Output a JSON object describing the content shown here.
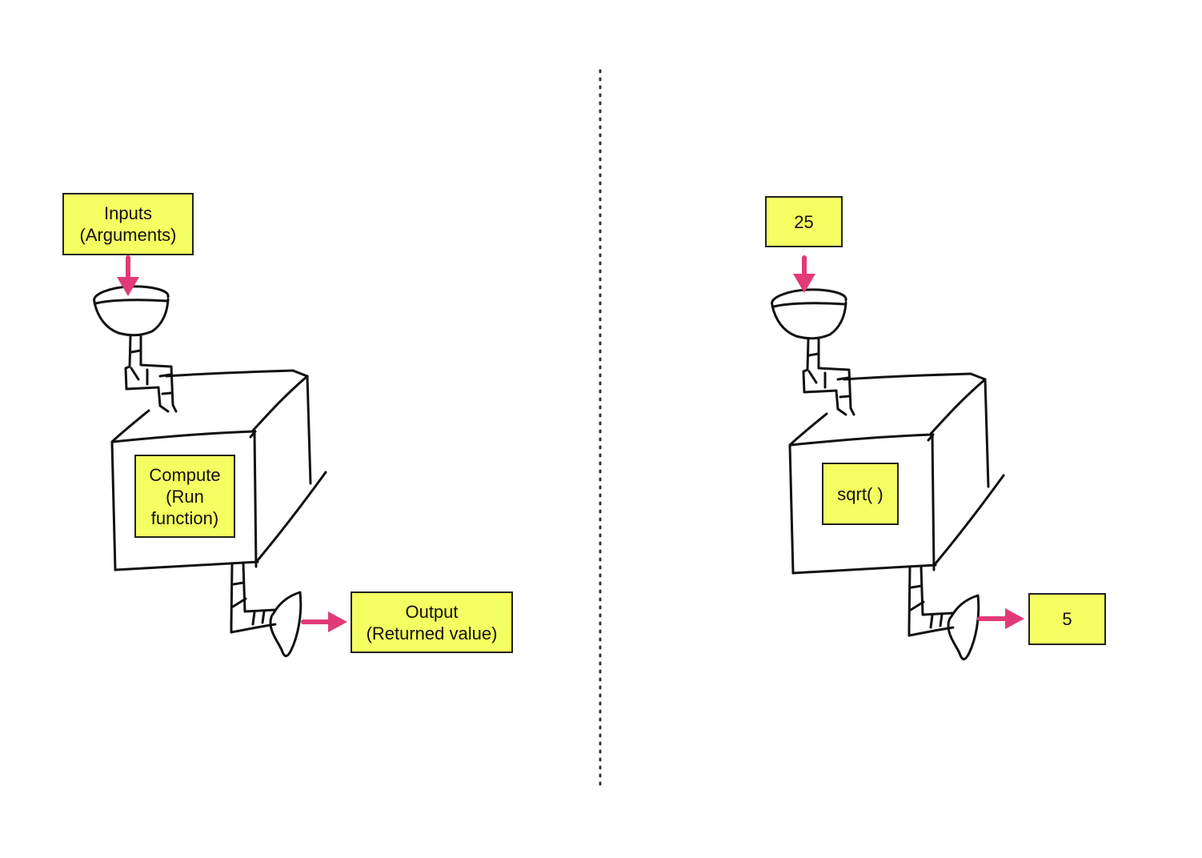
{
  "colors": {
    "label_fill": "#f4ff61",
    "arrow": "#e23a78",
    "ink": "#111111",
    "divider": "#333333"
  },
  "left": {
    "input": {
      "line1": "Inputs",
      "line2": "(Arguments)"
    },
    "compute": {
      "line1": "Compute",
      "line2": "(Run",
      "line3": "function)"
    },
    "output": {
      "line1": "Output",
      "line2": "(Returned value)"
    }
  },
  "right": {
    "input": "25",
    "compute": "sqrt( )",
    "output": "5"
  }
}
